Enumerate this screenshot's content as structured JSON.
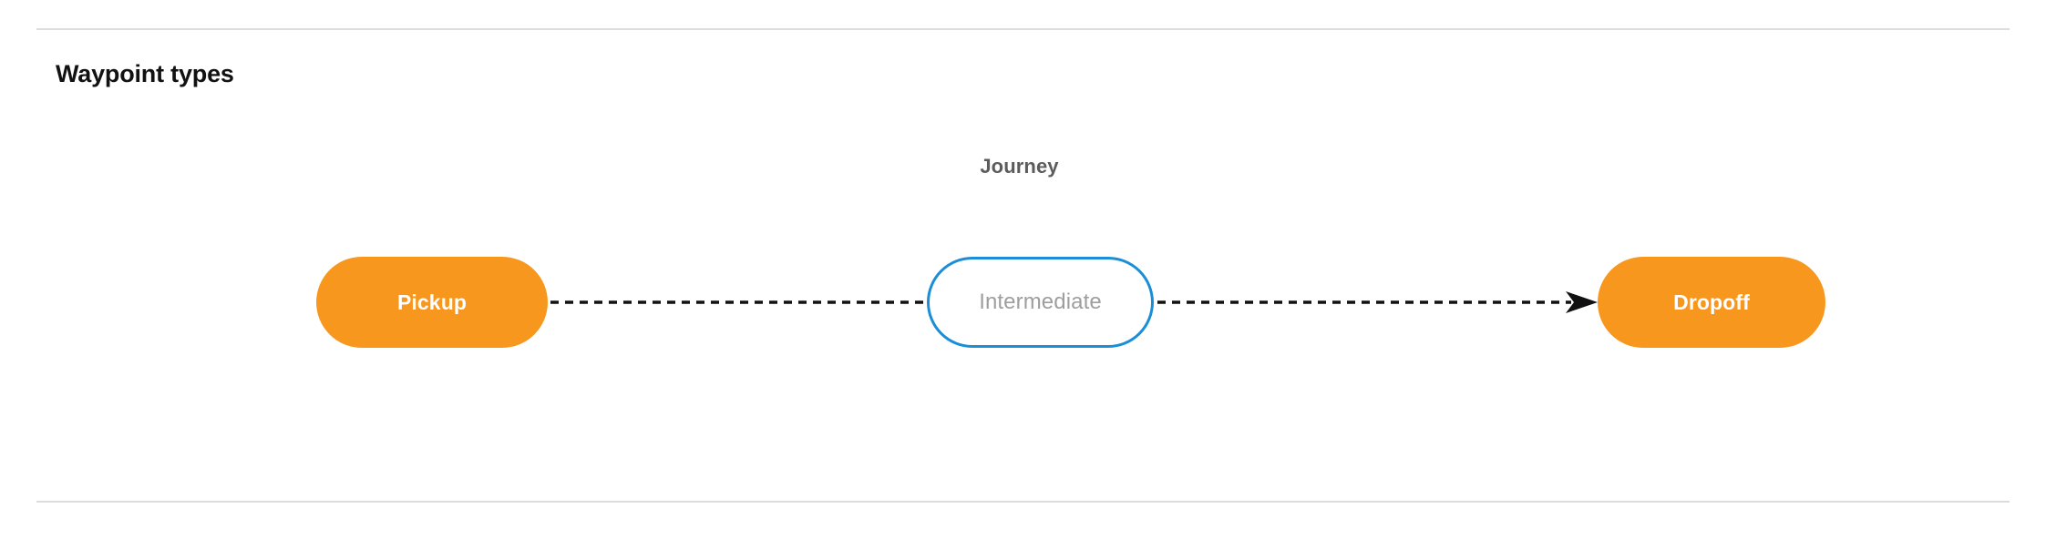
{
  "section": {
    "title": "Waypoint types"
  },
  "diagram": {
    "group_label": "Journey",
    "nodes": [
      {
        "id": "pickup",
        "label": "Pickup",
        "style": "filled",
        "fill": "#F7971D",
        "text_color": "#FFFFFF",
        "shape": "pill"
      },
      {
        "id": "intermediate",
        "label": "Intermediate",
        "style": "outlined",
        "fill": "#FFFFFF",
        "border_color": "#1B8ED6",
        "text_color": "#9E9E9E",
        "shape": "pill"
      },
      {
        "id": "dropoff",
        "label": "Dropoff",
        "style": "filled",
        "fill": "#F7971D",
        "text_color": "#FFFFFF",
        "shape": "pill"
      }
    ],
    "edges": [
      {
        "id": "pickup-to-intermediate",
        "from": "pickup",
        "to": "intermediate",
        "line_style": "dashed",
        "color": "#111111",
        "arrowhead": false
      },
      {
        "id": "intermediate-to-dropoff",
        "from": "intermediate",
        "to": "dropoff",
        "line_style": "dashed",
        "color": "#111111",
        "arrowhead": true
      }
    ]
  },
  "colors": {
    "divider": "#DCDCDC",
    "accent_orange": "#F7971D",
    "accent_blue": "#1B8ED6",
    "label_gray": "#5C5C5C",
    "muted_gray": "#9E9E9E",
    "title_black": "#121212"
  }
}
